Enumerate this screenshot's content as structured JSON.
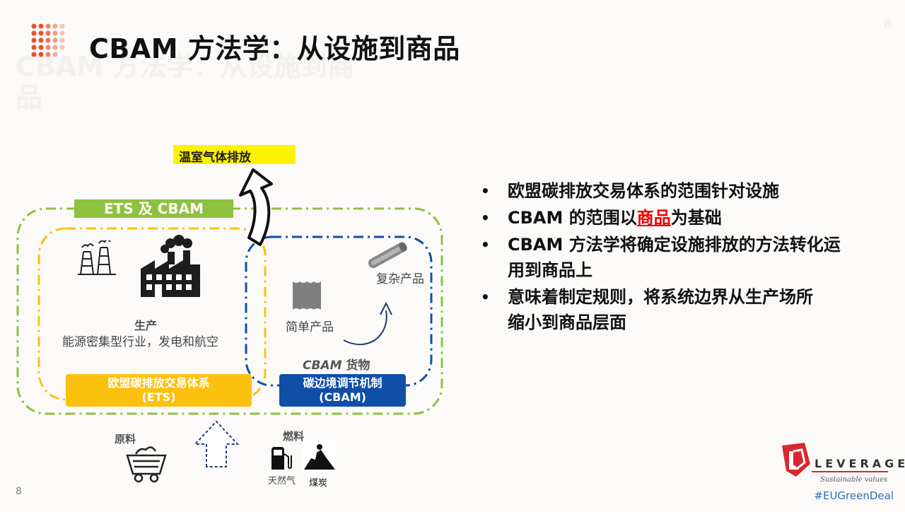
{
  "ghost_title": "CBAM 方法学：从设施到商品",
  "page_corner": "8",
  "title": "CBAM 方法学：从设施到商品",
  "diagram": {
    "ghg": "温室气体排放",
    "ets_cbam": "ETS 及 CBAM",
    "production_title": "生产",
    "production_desc": "能源密集型行业，发电和航空",
    "complex_product": "复杂产品",
    "simple_product": "简单产品",
    "cbam_goods_prefix": "CBAM",
    "cbam_goods_suffix": "货物",
    "ets_box_line1": "欧盟碳排放交易体系",
    "ets_box_line2": "(ETS)",
    "cbam_box_line1": "碳边境调节机制",
    "cbam_box_line2": "(CBAM)",
    "raw_material": "原料",
    "fuel": "燃料",
    "natural_gas": "天然气",
    "coal": "煤炭"
  },
  "bullets": {
    "b1": "欧盟碳排放交易体系的范围针对设施",
    "b2_pre": "CBAM 的范围以",
    "b2_hl": "商品",
    "b2_post": "为基础",
    "b3_line1": "CBAM 方法学将确定设施排放的方法转化运",
    "b3_line2": "用到商品上",
    "b4_line1": "意味着制定规则，将系统边界从生产场所",
    "b4_line2": "缩小到商品层面",
    "marker": "•"
  },
  "footer": {
    "page": "8",
    "hashtag": "#EUGreenDeal",
    "logo_name": "LEVERAGE",
    "logo_tag": "Sustainable values"
  },
  "colors": {
    "ets_green": "#8dc13f",
    "ets_yellow": "#fcc00f",
    "cbam_blue": "#0f4fa8",
    "highlight": "#fff200",
    "accent_red": "#e00000",
    "logo_red": "#d7282f"
  }
}
